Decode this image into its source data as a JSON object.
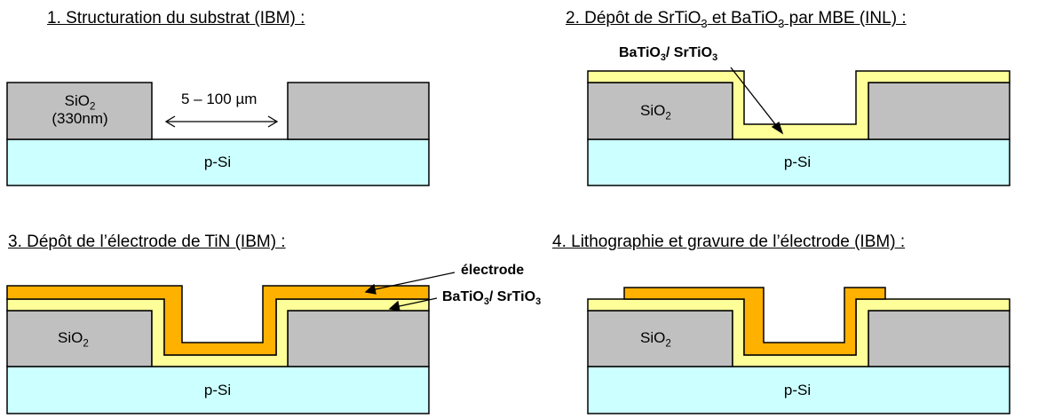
{
  "steps": [
    {
      "title": "1. Structuration du substrat (IBM) :",
      "sio2": "SiO",
      "sio2_sub": "2",
      "sio2_thickness": "(330nm)",
      "width_label": "5 – 100 µm",
      "substrate": "p-Si"
    },
    {
      "title_a": "2. Dépôt de SrTiO",
      "title_sub1": "3",
      "title_b": " et BaTiO",
      "title_sub2": "3",
      "title_c": " par MBE (INL) :",
      "layer_a": "BaTiO",
      "layer_sub_a": "3",
      "layer_b": "/ SrTiO",
      "layer_sub_b": "3",
      "sio2": "SiO",
      "sio2_sub": "2",
      "substrate": "p-Si"
    },
    {
      "title": "3. Dépôt de l’électrode de TiN (IBM) :",
      "electrode_label": "électrode",
      "layer_a": "BaTiO",
      "layer_sub_a": "3",
      "layer_b": "/ SrTiO",
      "layer_sub_b": "3",
      "sio2": "SiO",
      "sio2_sub": "2",
      "substrate": "p-Si"
    },
    {
      "title": "4. Lithographie et gravure de l’électrode (IBM) :",
      "sio2": "SiO",
      "sio2_sub": "2",
      "substrate": "p-Si"
    }
  ],
  "colors": {
    "substrate": "#ccffff",
    "oxide": "#c0c0c0",
    "dielectric": "#ffff99",
    "electrode": "#ffb100",
    "outline": "#000000"
  }
}
